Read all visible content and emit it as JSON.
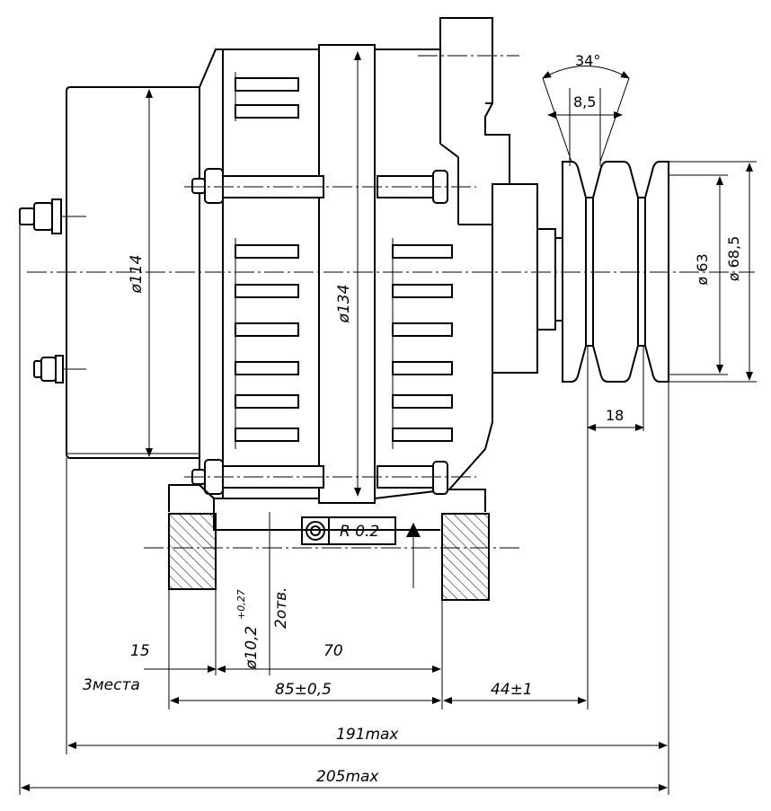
{
  "dimensions": {
    "angle": "34°",
    "groove_width": "8,5",
    "pulley_d1": "ø 63",
    "pulley_d2": "ø 68,5",
    "pulley_pitch": "18",
    "housing_d": "ø114",
    "stator_d": "ø134",
    "hole_d": "ø10,2",
    "hole_tol": "+0,27",
    "hole_count": "2отв.",
    "roughness": "R 0.2",
    "foot_width": "15",
    "foot_note": "3места",
    "mount_span": "70",
    "mount_tol": "85±0,5",
    "pulley_offset": "44±1",
    "length_1": "191max",
    "length_2": "205max"
  }
}
